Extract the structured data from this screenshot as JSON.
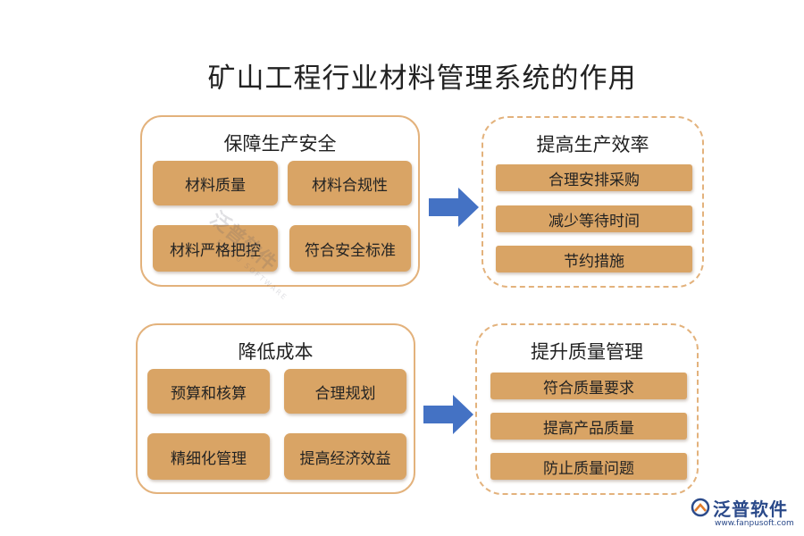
{
  "title": "矿山工程行业材料管理系统的作用",
  "panels": {
    "safety": {
      "title": "保障生产安全",
      "items": [
        "材料质量",
        "材料合规性",
        "材料严格把控",
        "符合安全标准"
      ]
    },
    "efficiency": {
      "title": "提高生产效率",
      "items": [
        "合理安排采购",
        "减少等待时间",
        "节约措施"
      ]
    },
    "cost": {
      "title": "降低成本",
      "items": [
        "预算和核算",
        "合理规划",
        "精细化管理",
        "提高经济效益"
      ]
    },
    "quality": {
      "title": "提升质量管理",
      "items": [
        "符合质量要求",
        "提高产品质量",
        "防止质量问题"
      ]
    }
  },
  "watermark": {
    "cn": "泛普软件",
    "en": "FANPU SOFTWARE"
  },
  "logo": {
    "name": "泛普软件",
    "url": "www.fanpusoft.com"
  },
  "colors": {
    "accent": "#d9a465",
    "border": "#e3b27c",
    "arrow": "#4472c4",
    "logo": "#2b4a8a"
  },
  "icons": {
    "arrow": "right-arrow-icon",
    "logo": "fanpu-logo-icon"
  }
}
